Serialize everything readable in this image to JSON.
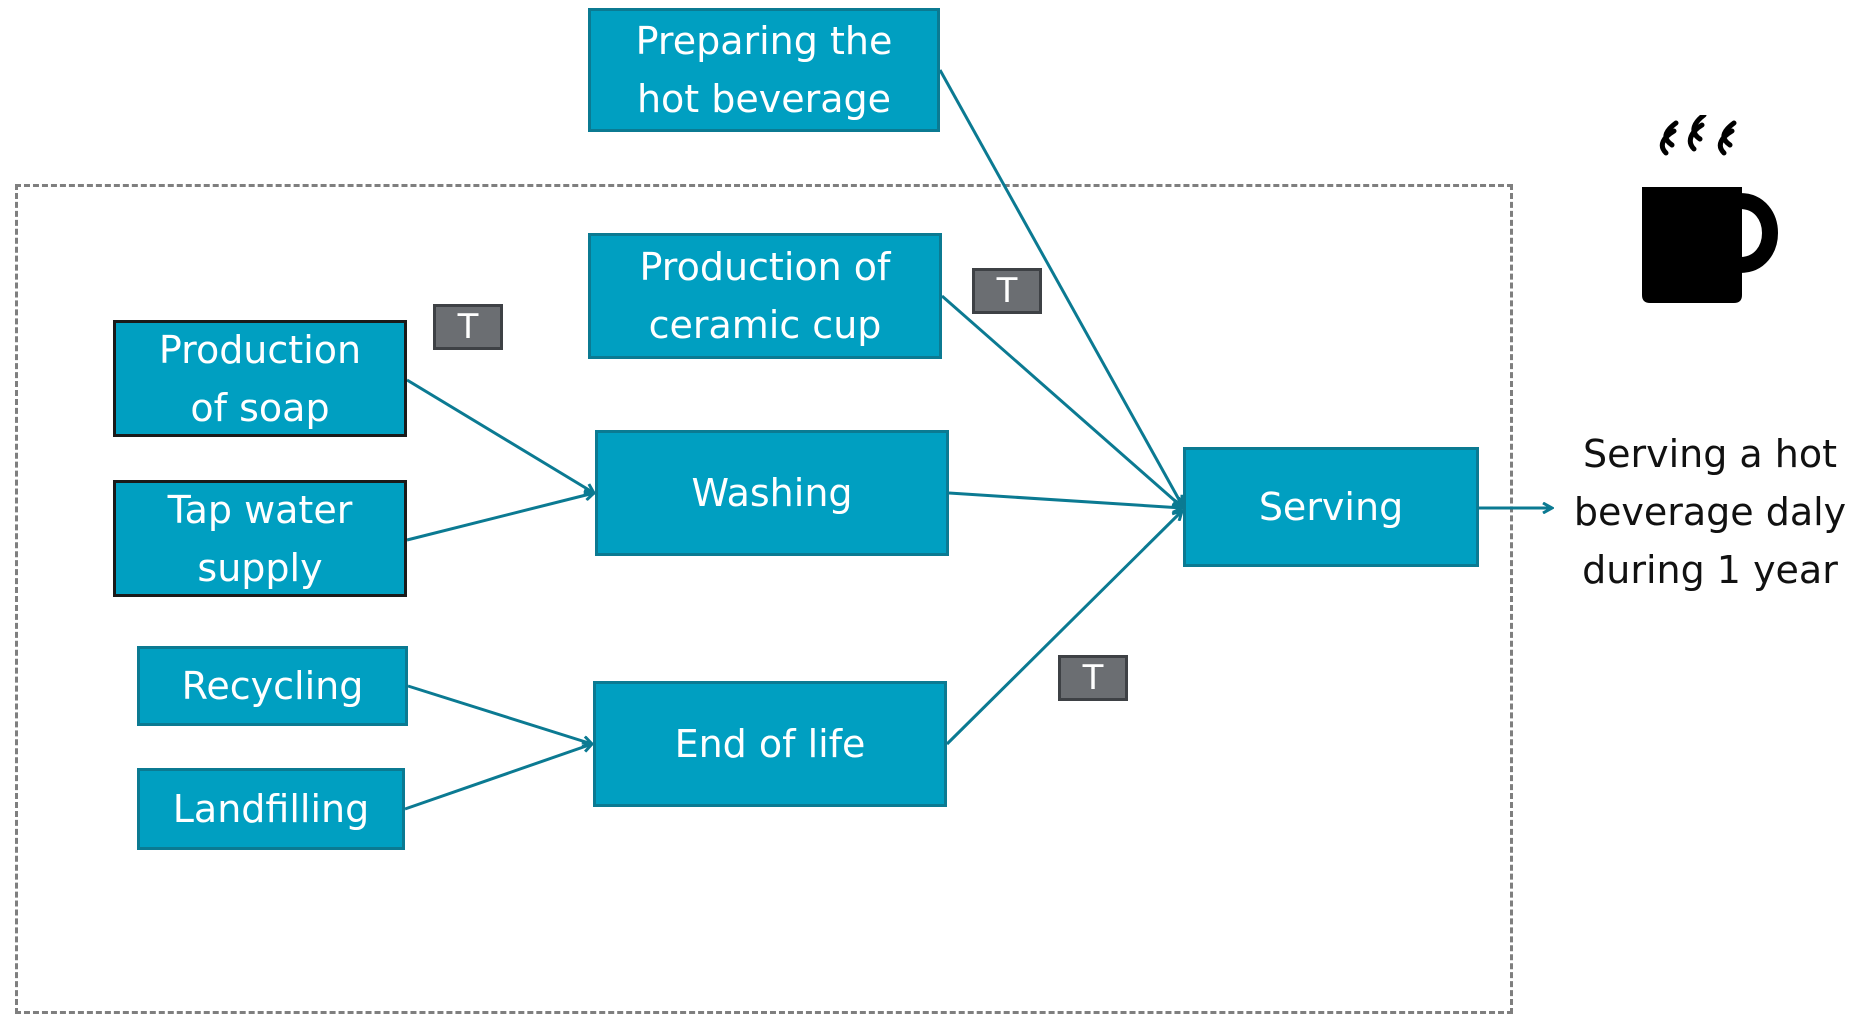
{
  "diagram": {
    "boxes": {
      "preparing": "Preparing the\nhot beverage",
      "ceramic_cup": "Production of\nceramic cup",
      "soap": "Production\nof soap",
      "tap_water": "Tap water\nsupply",
      "washing": "Washing",
      "recycling": "Recycling",
      "landfilling": "Landfilling",
      "end_of_life": "End of life",
      "serving": "Serving"
    },
    "transport_badges": {
      "soap": "T",
      "ceramic_cup": "T",
      "end_of_life": "T"
    },
    "functional_unit_label": "Serving a hot\nbeverage daly\nduring 1 year"
  },
  "colors": {
    "process_fill": "#009fc1",
    "process_border": "#0b7a92",
    "connector": "#0b7a92",
    "badge_fill": "#6b6e72",
    "boundary": "#7f7f7f",
    "icon": "#000000"
  },
  "icons": {
    "output_icon": "hot-beverage-mug-icon"
  }
}
